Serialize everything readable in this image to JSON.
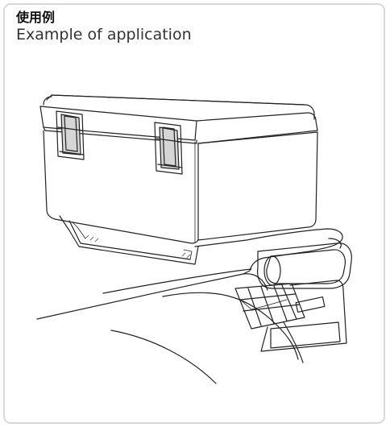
{
  "header": {
    "title_ja": "使用例",
    "title_en": "Example of application"
  },
  "figure": {
    "subject": "cooler-box-mounted-on-scooter-rear-carrier",
    "line_color": "#222222",
    "latch_fill": "#d6d6d6",
    "background": "#ffffff",
    "border_color": "#d9d9d9"
  }
}
